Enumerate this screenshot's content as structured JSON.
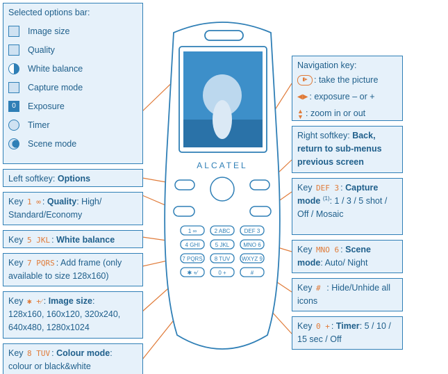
{
  "options_bar": {
    "title": "Selected options bar:",
    "items": [
      {
        "label": "Image size",
        "icon": "image-size-icon"
      },
      {
        "label": "Quality",
        "icon": "quality-icon"
      },
      {
        "label": "White balance",
        "icon": "white-balance-icon"
      },
      {
        "label": "Capture mode",
        "icon": "capture-mode-icon"
      },
      {
        "label": "Exposure",
        "icon": "exposure-icon",
        "icon_text": "0"
      },
      {
        "label": "Timer",
        "icon": "timer-icon"
      },
      {
        "label": "Scene mode",
        "icon": "scene-mode-icon"
      }
    ]
  },
  "left_softkey": {
    "prefix": "Left softkey: ",
    "bold": "Options"
  },
  "key_quality": {
    "prefix": "Key",
    "glyph": "1 ∞",
    "bold": "Quality",
    "rest": ": High/ Standard/Economy"
  },
  "key_white_balance": {
    "prefix": "Key",
    "glyph": "5 JKL",
    "bold": "White balance"
  },
  "key_frame": {
    "prefix": "Key",
    "glyph": "7 PQRS",
    "rest": ": Add frame (only available to size 128x160)"
  },
  "key_image_size": {
    "prefix": "Key",
    "glyph": "✱ +⁄",
    "bold": "Image size",
    "rest": "128x160, 160x120, 320x240, 640x480, 1280x1024"
  },
  "key_colour": {
    "prefix": "Key",
    "glyph": "8 TUV",
    "bold": "Colour mode",
    "rest": "colour or black&white"
  },
  "nav_key": {
    "title": "Navigation key:",
    "take": ": take the picture",
    "exposure": ": exposure – or +",
    "zoom": ": zoom in or out"
  },
  "right_softkey": {
    "prefix": "Right softkey: ",
    "bold": "Back, return to sub-menus previous screen"
  },
  "key_capture": {
    "prefix": "Key",
    "glyph": "DEF 3",
    "bold": "Capture mode",
    "sup": "(1)",
    "rest": ": 1 / 3 / 5 shot / Off / Mosaic"
  },
  "key_scene": {
    "prefix": "Key",
    "glyph": "MNO 6",
    "bold": "Scene mode",
    "rest": ": Auto/ Night"
  },
  "key_hide": {
    "prefix": "Key",
    "glyph": "# ",
    "rest": ": Hide/Unhide all icons"
  },
  "key_timer": {
    "prefix": "Key",
    "glyph": "0 +",
    "bold": "Timer",
    "rest": ": 5 / 10 / 15 sec / Off"
  },
  "phone": {
    "brand": "ALCATEL",
    "keys": [
      "1 ∞",
      "2 ABC",
      "DEF 3",
      "4 GHI",
      "5 JKL",
      "MNO 6",
      "7 PQRS",
      "8 TUV",
      "WXYZ 9",
      "✱ +⁄",
      "0 +",
      "# "
    ]
  },
  "colors": {
    "accent": "#2f7fb6",
    "box_fill": "#e6f1fa",
    "leader": "#e07b39",
    "text": "#1f5f8b"
  }
}
